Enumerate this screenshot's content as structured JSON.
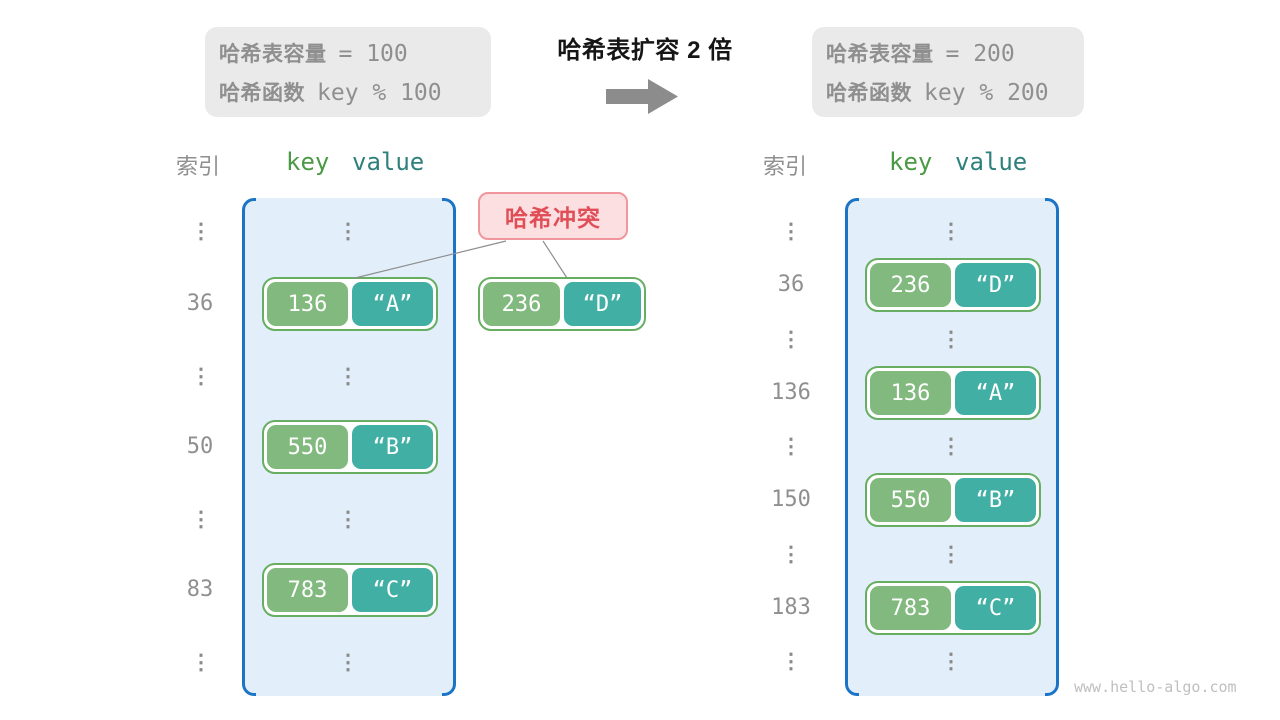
{
  "glyphs": {
    "vdots": "⋮"
  },
  "transition": {
    "title": "哈希表扩容 2 倍",
    "arrow": "right-block-arrow"
  },
  "collision": {
    "label": "哈希冲突"
  },
  "left": {
    "info": {
      "cap_label": "哈希表容量",
      "cap_value": "= 100",
      "fn_label": "哈希函数",
      "fn_value": "key % 100"
    },
    "headers": {
      "index": "索引",
      "key": "key",
      "value": "value"
    },
    "entries": [
      {
        "index": "36",
        "key": "136",
        "value": "“A”"
      },
      {
        "index": "50",
        "key": "550",
        "value": "“B”"
      },
      {
        "index": "83",
        "key": "783",
        "value": "“C”"
      }
    ],
    "outside_entry": {
      "key": "236",
      "value": "“D”"
    }
  },
  "right": {
    "info": {
      "cap_label": "哈希表容量",
      "cap_value": "= 200",
      "fn_label": "哈希函数",
      "fn_value": "key % 200"
    },
    "headers": {
      "index": "索引",
      "key": "key",
      "value": "value"
    },
    "entries": [
      {
        "index": "36",
        "key": "236",
        "value": "“D”"
      },
      {
        "index": "136",
        "key": "136",
        "value": "“A”"
      },
      {
        "index": "150",
        "key": "550",
        "value": "“B”"
      },
      {
        "index": "183",
        "key": "783",
        "value": "“C”"
      }
    ]
  },
  "watermark": "www.hello-algo.com",
  "colors": {
    "infobox_bg": "#eaeaea",
    "gray_text": "#8f8f8f",
    "dots_gray": "#8a8a8a",
    "header_key": "#4a9a44",
    "header_value": "#2e807b",
    "container_fill": "#e2effa",
    "bracket_blue": "#1b74c5",
    "pair_border": "#67ae63",
    "key_green": "#81b97e",
    "value_teal": "#42afa5",
    "collision_bg": "#fcdfe1",
    "collision_border": "#f0969c",
    "collision_text": "#e04f58",
    "arrow_gray": "#8c8c8c",
    "line_gray": "#8f8f8f"
  }
}
